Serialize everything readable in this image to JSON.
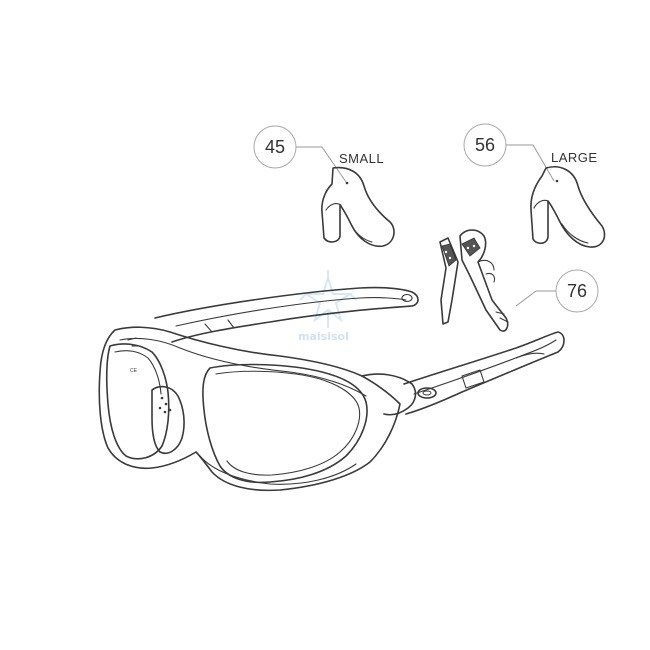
{
  "callouts": {
    "small": {
      "number": "45",
      "label": "SMALL"
    },
    "large": {
      "number": "56",
      "label": "LARGE"
    },
    "arms": {
      "number": "76"
    }
  },
  "watermark": {
    "text": "maisisol"
  },
  "colors": {
    "line": "#3a3a3a",
    "leader": "#9a9a9a",
    "watermark": "#cfe3f3"
  }
}
